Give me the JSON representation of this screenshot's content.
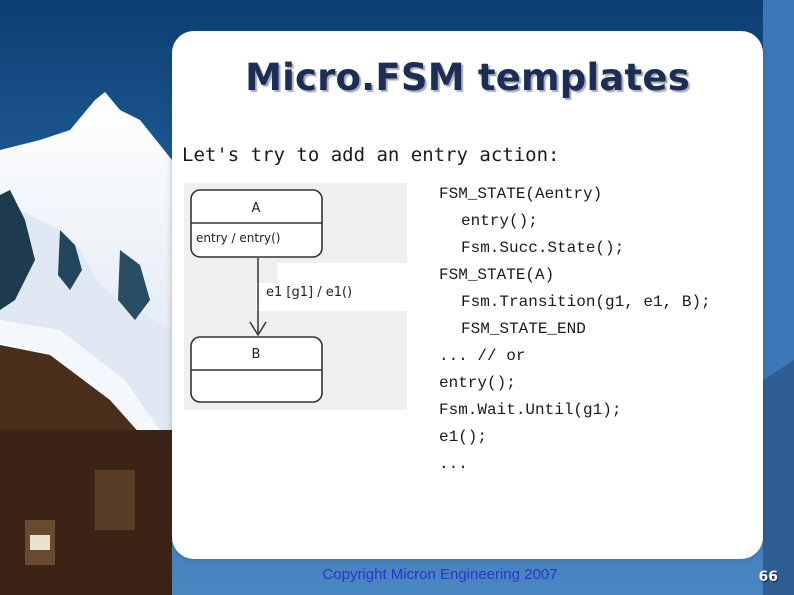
{
  "slide": {
    "title": "Micro.FSM templates",
    "subtitle": "Let's try to add an entry action:",
    "footer": "Copyright Micron Engineering 2007",
    "page_number": "66"
  },
  "diagram": {
    "state_a": {
      "name": "A",
      "action": "entry / entry()"
    },
    "transition": {
      "label": "e1 [g1] / e1()"
    },
    "state_b": {
      "name": "B"
    }
  },
  "code_lines": [
    "FSM_STATE(Aentry)",
    "entry();",
    "Fsm.Succ.State();",
    "FSM_STATE(A)",
    "Fsm.Transition(g1, e1, B);",
    "FSM_STATE_END",
    "... // or",
    "entry();",
    "Fsm.Wait.Until(g1);",
    "e1();",
    "..."
  ],
  "colors": {
    "title": "#1e2d56",
    "footer": "#2a35c9",
    "card": "#ffffff"
  }
}
